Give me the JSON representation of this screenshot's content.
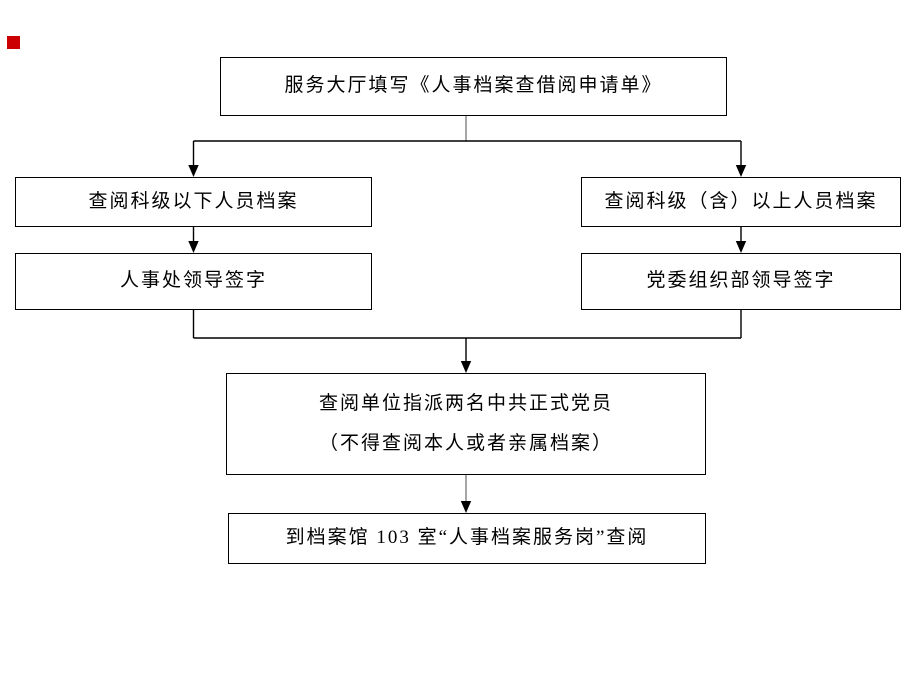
{
  "slide": {
    "background": "#ffffff",
    "marker_color": "#cc0000",
    "line_color": "#000000",
    "stub_line_color": "#7f7f7f"
  },
  "flowchart": {
    "nodes": {
      "start": {
        "label": "服务大厅填写《人事档案查借阅申请单》"
      },
      "left1": {
        "label": "查阅科级以下人员档案"
      },
      "right1": {
        "label": "查阅科级（含）以上人员档案"
      },
      "left2": {
        "label": "人事处领导签字"
      },
      "right2": {
        "label": "党委组织部领导签字"
      },
      "assign": {
        "line1": "查阅单位指派两名中共正式党员",
        "line2": "（不得查阅本人或者亲属档案）"
      },
      "final": {
        "label": "到档案馆 103 室“人事档案服务岗”查阅"
      }
    },
    "edges": [
      {
        "from": "start",
        "to": "left1"
      },
      {
        "from": "start",
        "to": "right1"
      },
      {
        "from": "left1",
        "to": "left2"
      },
      {
        "from": "right1",
        "to": "right2"
      },
      {
        "from": "left2",
        "to": "assign"
      },
      {
        "from": "right2",
        "to": "assign"
      },
      {
        "from": "assign",
        "to": "final"
      }
    ]
  }
}
